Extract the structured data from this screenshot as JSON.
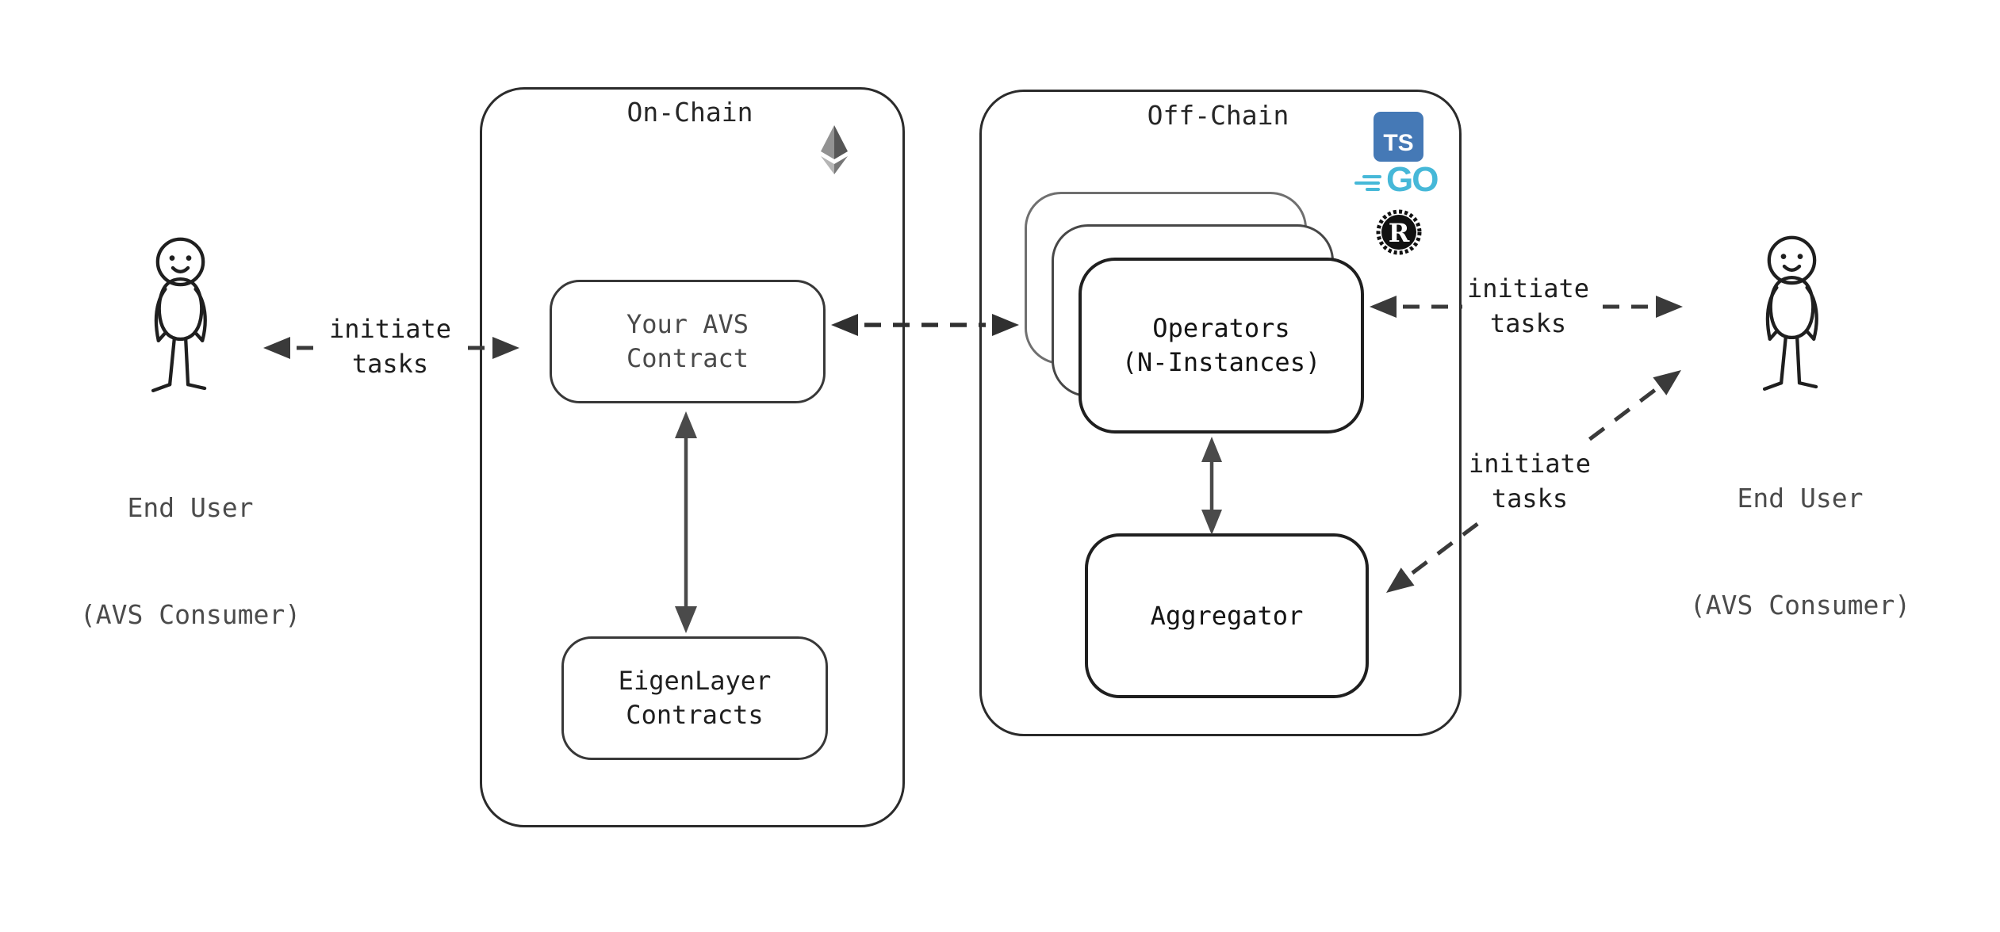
{
  "users": {
    "left": {
      "line1": "End User",
      "line2": "(AVS Consumer)"
    },
    "right": {
      "line1": "End User",
      "line2": "(AVS Consumer)"
    }
  },
  "onchain": {
    "title": "On-Chain",
    "avs_contract": {
      "line1": "Your AVS",
      "line2": "Contract"
    },
    "eigenlayer": {
      "line1": "EigenLayer",
      "line2": "Contracts"
    }
  },
  "offchain": {
    "title": "Off-Chain",
    "operators": {
      "line1": "Operators",
      "line2": "(N-Instances)"
    },
    "aggregator": {
      "label": "Aggregator"
    }
  },
  "arrows": {
    "user_avs_contract": {
      "line1": "initiate",
      "line2": "tasks"
    },
    "operators_user": {
      "line1": "initiate",
      "line2": "tasks"
    },
    "aggregator_user": {
      "line1": "initiate",
      "line2": "tasks"
    }
  },
  "icons": {
    "ethereum": {
      "name": "ethereum-logo",
      "facets": [
        "#929292",
        "#565656",
        "#b5b5b5",
        "#777777"
      ]
    },
    "typescript": {
      "text": "TS",
      "bg": "#4579B6",
      "fg": "#ffffff"
    },
    "go": {
      "text": "GO",
      "color": "#46B8D8"
    },
    "rust": {
      "letter": "R",
      "color": "#111111"
    }
  },
  "colors": {
    "container_border": "#2b2b2b",
    "node_border_dark": "#1f1f1f",
    "text_gray": "#4a4a4a",
    "arrow_dashed": "#3a3a3a",
    "arrow_solid": "#4a4a4a"
  }
}
